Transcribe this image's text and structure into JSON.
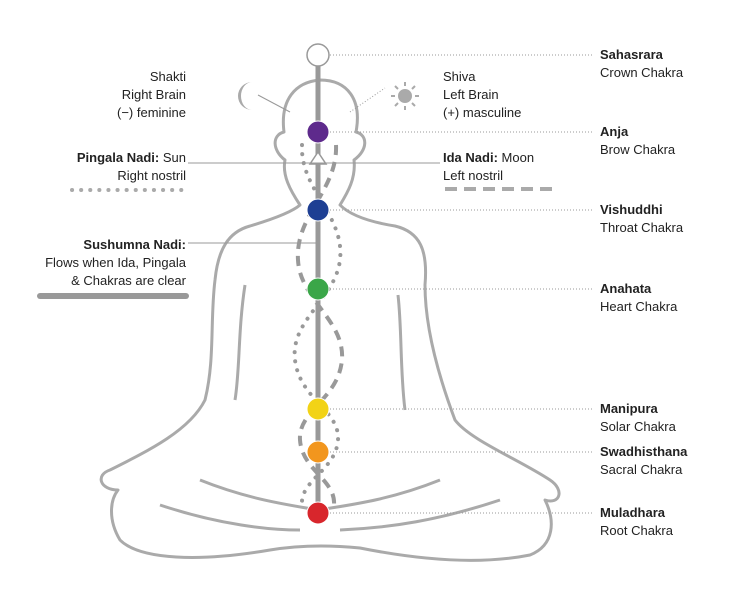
{
  "chakras": [
    {
      "name": "Sahasrara",
      "sub": "Crown Chakra",
      "color": "#ffffff"
    },
    {
      "name": "Anja",
      "sub": "Brow Chakra",
      "color": "#5e2a8c"
    },
    {
      "name": "Vishuddhi",
      "sub": "Throat Chakra",
      "color": "#1e3f93"
    },
    {
      "name": "Anahata",
      "sub": "Heart Chakra",
      "color": "#3aa648"
    },
    {
      "name": "Manipura",
      "sub": "Solar Chakra",
      "color": "#f2d316"
    },
    {
      "name": "Swadhisthana",
      "sub": "Sacral Chakra",
      "color": "#f2961e"
    },
    {
      "name": "Muladhara",
      "sub": "Root Chakra",
      "color": "#d8262c"
    }
  ],
  "shakti": {
    "l1": "Shakti",
    "l2": "Right Brain",
    "l3": "(−) feminine"
  },
  "shiva": {
    "l1": "Shiva",
    "l2": "Left Brain",
    "l3": "(+) masculine"
  },
  "pingala": {
    "title": "Pingala Nadi:",
    "t1": "Sun",
    "t2": "Right nostril"
  },
  "ida": {
    "title": "Ida Nadi:",
    "t1": "Moon",
    "t2": "Left nostril"
  },
  "sushumna": {
    "title": "Sushumna Nadi:",
    "t1": "Flows when Ida, Pingala",
    "t2": "& Chakras are clear"
  },
  "icons": [
    "moon-icon",
    "sun-icon"
  ]
}
